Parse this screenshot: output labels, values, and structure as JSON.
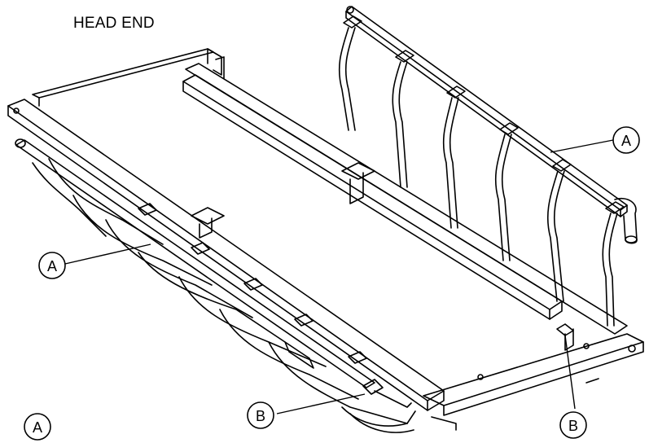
{
  "title": "HEAD END",
  "callouts": {
    "right_rail": "A",
    "left_rail": "A",
    "foot_center": "B",
    "foot_right": "B",
    "bottom_left": "A"
  },
  "colors": {
    "line": "#000000",
    "background": "#ffffff"
  }
}
